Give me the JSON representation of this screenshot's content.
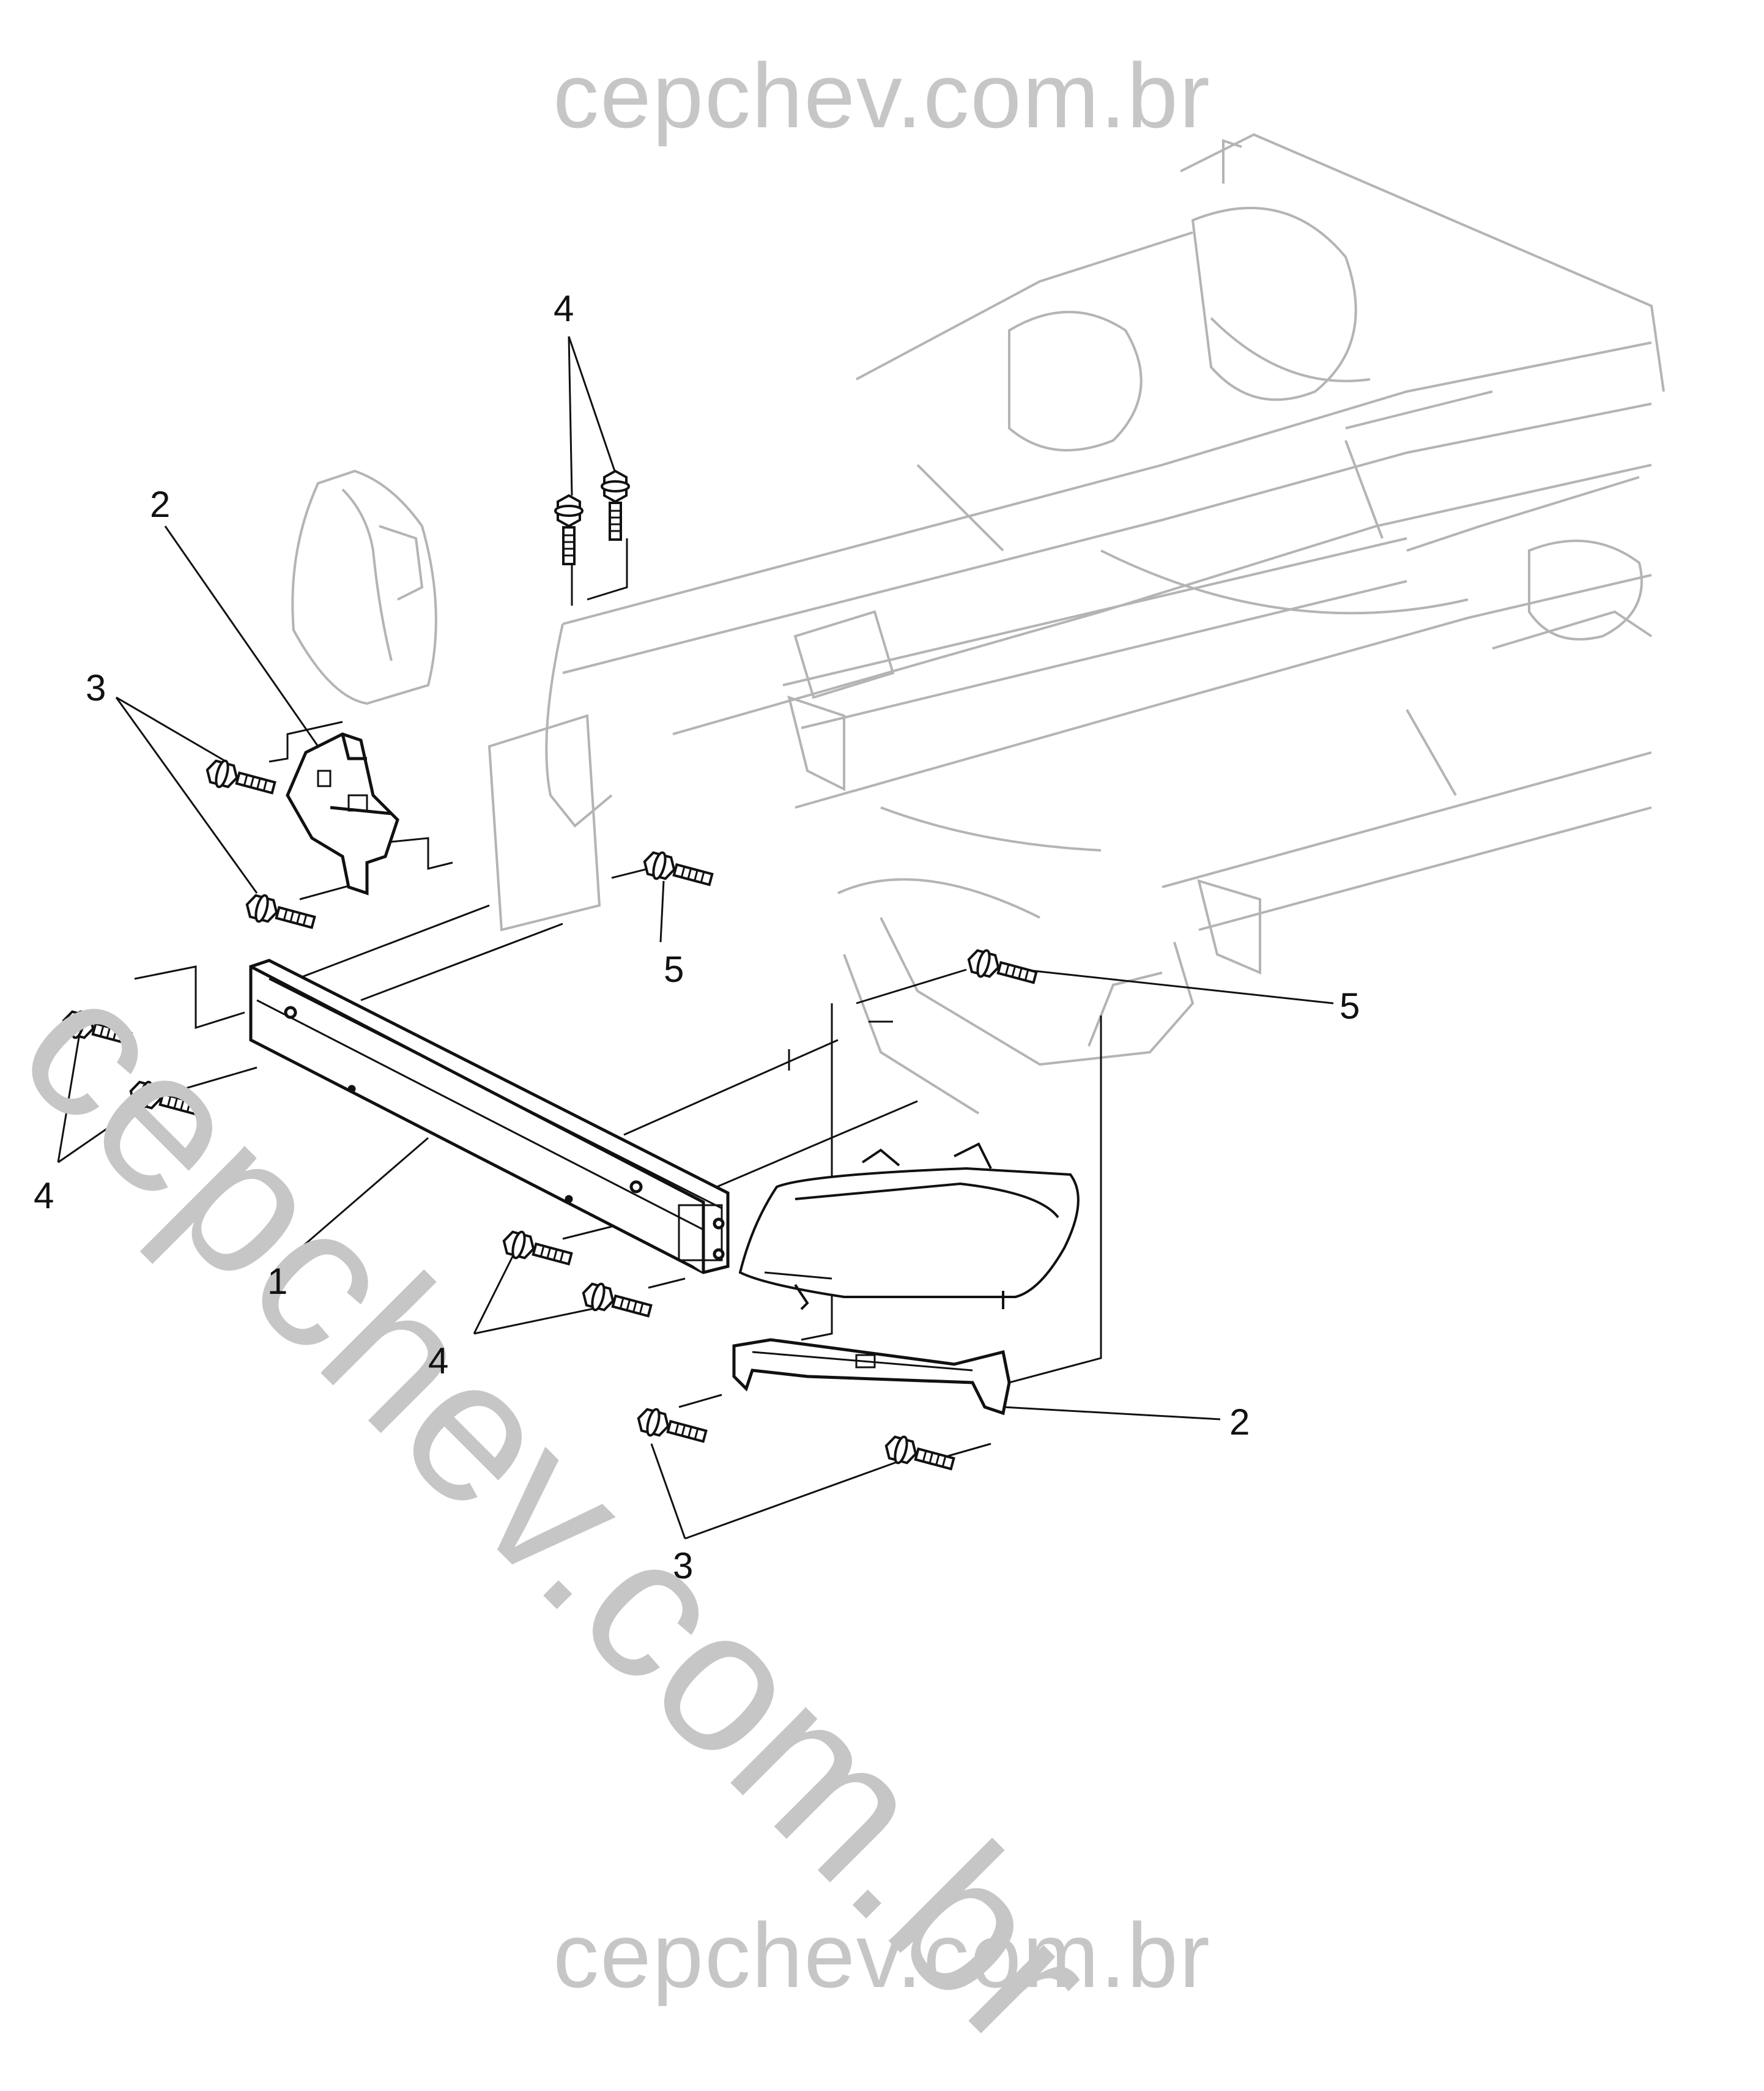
{
  "watermark": {
    "top": "cepchev.com.br",
    "diagonal": "cepchev.com.br",
    "bottom": "cepchev.com.br"
  },
  "callouts": [
    {
      "id": "c1",
      "text": "1"
    },
    {
      "id": "c2a",
      "text": "2"
    },
    {
      "id": "c2b",
      "text": "2"
    },
    {
      "id": "c3a",
      "text": "3"
    },
    {
      "id": "c3b",
      "text": "3"
    },
    {
      "id": "c4a",
      "text": "4"
    },
    {
      "id": "c4b",
      "text": "4"
    },
    {
      "id": "c4c",
      "text": "4"
    },
    {
      "id": "c5a",
      "text": "5"
    },
    {
      "id": "c5b",
      "text": "5"
    }
  ],
  "colors": {
    "line": "#111111",
    "frame": "#b4b4b4",
    "watermark": "#c6c6c6"
  }
}
